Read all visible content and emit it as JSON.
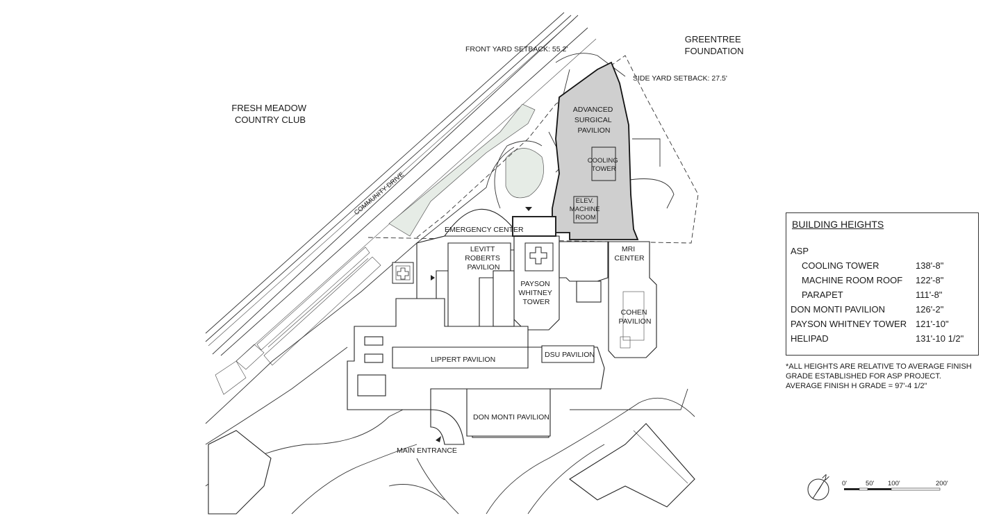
{
  "labels": {
    "greentree": "GREENTREE\nFOUNDATION",
    "fresh_meadow": "FRESH MEADOW\nCOUNTRY CLUB",
    "front_setback": "FRONT YARD SETBACK: 55.2'",
    "side_setback": "SIDE YARD SETBACK: 27.5'",
    "community_drive": "COMMUNITY DRIVE",
    "asp": "ADVANCED\nSURGICAL\nPAVILION",
    "cooling_tower": "COOLING\nTOWER",
    "elev_machine": "ELEV.\nMACHINE\nROOM",
    "emergency_center": "EMERGENCY CENTER",
    "levitt_roberts": "LEVITT\nROBERTS\nPAVILION",
    "payson_whitney": "PAYSON\nWHITNEY\nTOWER",
    "mri_center": "MRI\nCENTER",
    "cohen": "COHEN\nPAVILION",
    "lippert": "LIPPERT PAVILION",
    "dsu": "DSU PAVILION",
    "don_monti": "DON MONTI PAVILION",
    "main_entrance": "MAIN ENTRANCE"
  },
  "heights": {
    "title": "BUILDING HEIGHTS",
    "rows": [
      {
        "name": "ASP",
        "value": "",
        "indent": false
      },
      {
        "name": "COOLING TOWER",
        "value": "138'-8\"",
        "indent": true
      },
      {
        "name": "MACHINE ROOM ROOF",
        "value": "122'-8\"",
        "indent": true
      },
      {
        "name": "PARAPET",
        "value": "111'-8\"",
        "indent": true
      },
      {
        "name": "DON MONTI PAVILION",
        "value": "126'-2\"",
        "indent": false
      },
      {
        "name": "PAYSON WHITNEY TOWER",
        "value": "121'-10\"",
        "indent": false
      },
      {
        "name": "HELIPAD",
        "value": "131'-10 1/2\"",
        "indent": false
      }
    ],
    "note": "*ALL HEIGHTS ARE RELATIVE TO AVERAGE FINISH GRADE ESTABLISHED FOR ASP PROJECT. AVERAGE FINISH H GRADE = 97'-4 1/2\""
  },
  "scale_bar": {
    "ticks": [
      "0'",
      "50'",
      "100'",
      "200'"
    ],
    "north": "N"
  },
  "icons": {
    "helipad": "helipad-cross-icon",
    "hospital": "hospital-cross-icon",
    "north_arrow": "north-arrow-icon"
  },
  "colors": {
    "asp_fill": "#cfcfcf",
    "green_space": "#e6ece6"
  }
}
